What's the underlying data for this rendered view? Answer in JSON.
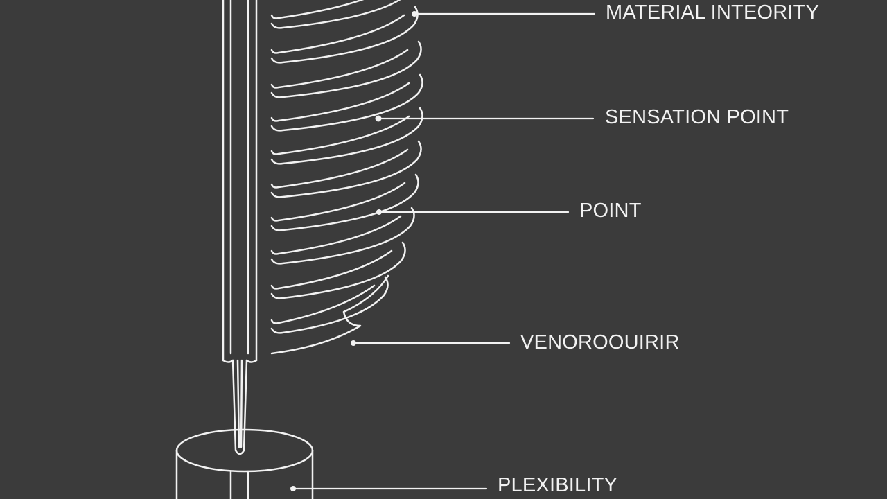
{
  "colors": {
    "background": "#3b3b3b",
    "line": "#f2f2f2"
  },
  "labels": [
    {
      "id": "material-integrity",
      "text": "MATERIAL INTEORITY"
    },
    {
      "id": "sensation-point",
      "text": "SENSATION POINT"
    },
    {
      "id": "point",
      "text": "POINT"
    },
    {
      "id": "venoroouirir",
      "text": "VENOROOUIRIR"
    },
    {
      "id": "plexibility",
      "text": "PLEXIBILITY"
    }
  ]
}
